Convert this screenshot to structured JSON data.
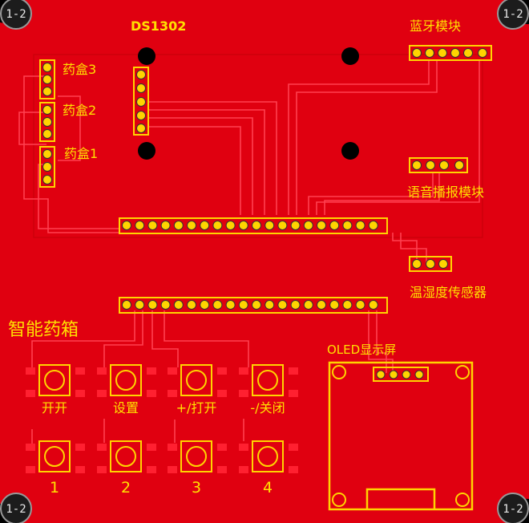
{
  "board": {
    "background": "#000000",
    "copper_color": "#e00010",
    "trace_color": "#ff3040",
    "silk_color": "#ffe000",
    "pad_color": "#ffd400",
    "mount_hole_label": "1-2",
    "title_label": "智能药箱"
  },
  "labels": {
    "ds1302": "DS1302",
    "bluetooth": "蓝牙模块",
    "box3": "药盒3",
    "box2": "药盒2",
    "box1": "药盒1",
    "voice": "语音播报模块",
    "temp_humidity": "温湿度传感器",
    "oled": "OLED显示屏"
  },
  "buttons_top": [
    "开开",
    "设置",
    "+/打开",
    "-/关闭"
  ],
  "buttons_bottom": [
    "1",
    "2",
    "3",
    "4"
  ]
}
